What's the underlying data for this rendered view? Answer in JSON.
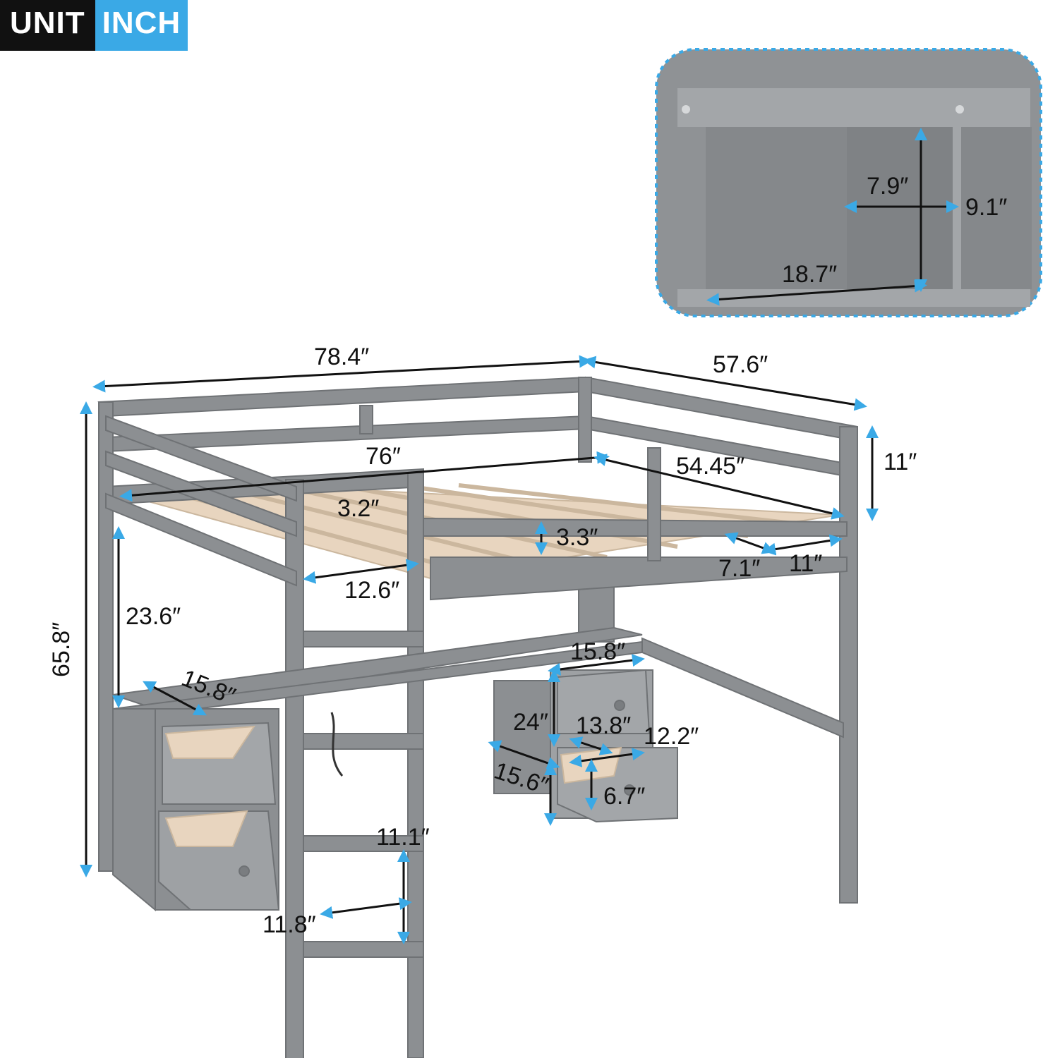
{
  "badge": {
    "unit_label": "UNIT",
    "unit_value": "INCH"
  },
  "inset": {
    "dims": {
      "height": "7.9″",
      "depth": "9.1″",
      "width": "18.7″"
    }
  },
  "dims": {
    "overall_length": "78.4″",
    "overall_width": "57.6″",
    "inner_length": "76″",
    "inner_width": "54.45″",
    "guard_height": "11″",
    "slat_gap": "3.2″",
    "rail_gap": "3.3″",
    "ladder_offset": "12.6″",
    "corner_a": "7.1″",
    "corner_b": "11″",
    "overall_height": "65.8″",
    "shelf_height": "23.6″",
    "left_drawer_depth": "15.8″",
    "cabinet_width": "15.8″",
    "cabinet_height": "24″",
    "drawer_width": "13.8″",
    "drawer_depth": "12.2″",
    "cabinet_depth": "15.6″",
    "drawer_height": "6.7″",
    "ladder_width": "11.1″",
    "rung_spacing": "11.8″"
  },
  "colors": {
    "frame": "#8c8f92",
    "frame_dark": "#6f7275",
    "slat": "#e8d5bf",
    "accent": "#3aa9e6",
    "inset_bg": "#8f9295"
  }
}
